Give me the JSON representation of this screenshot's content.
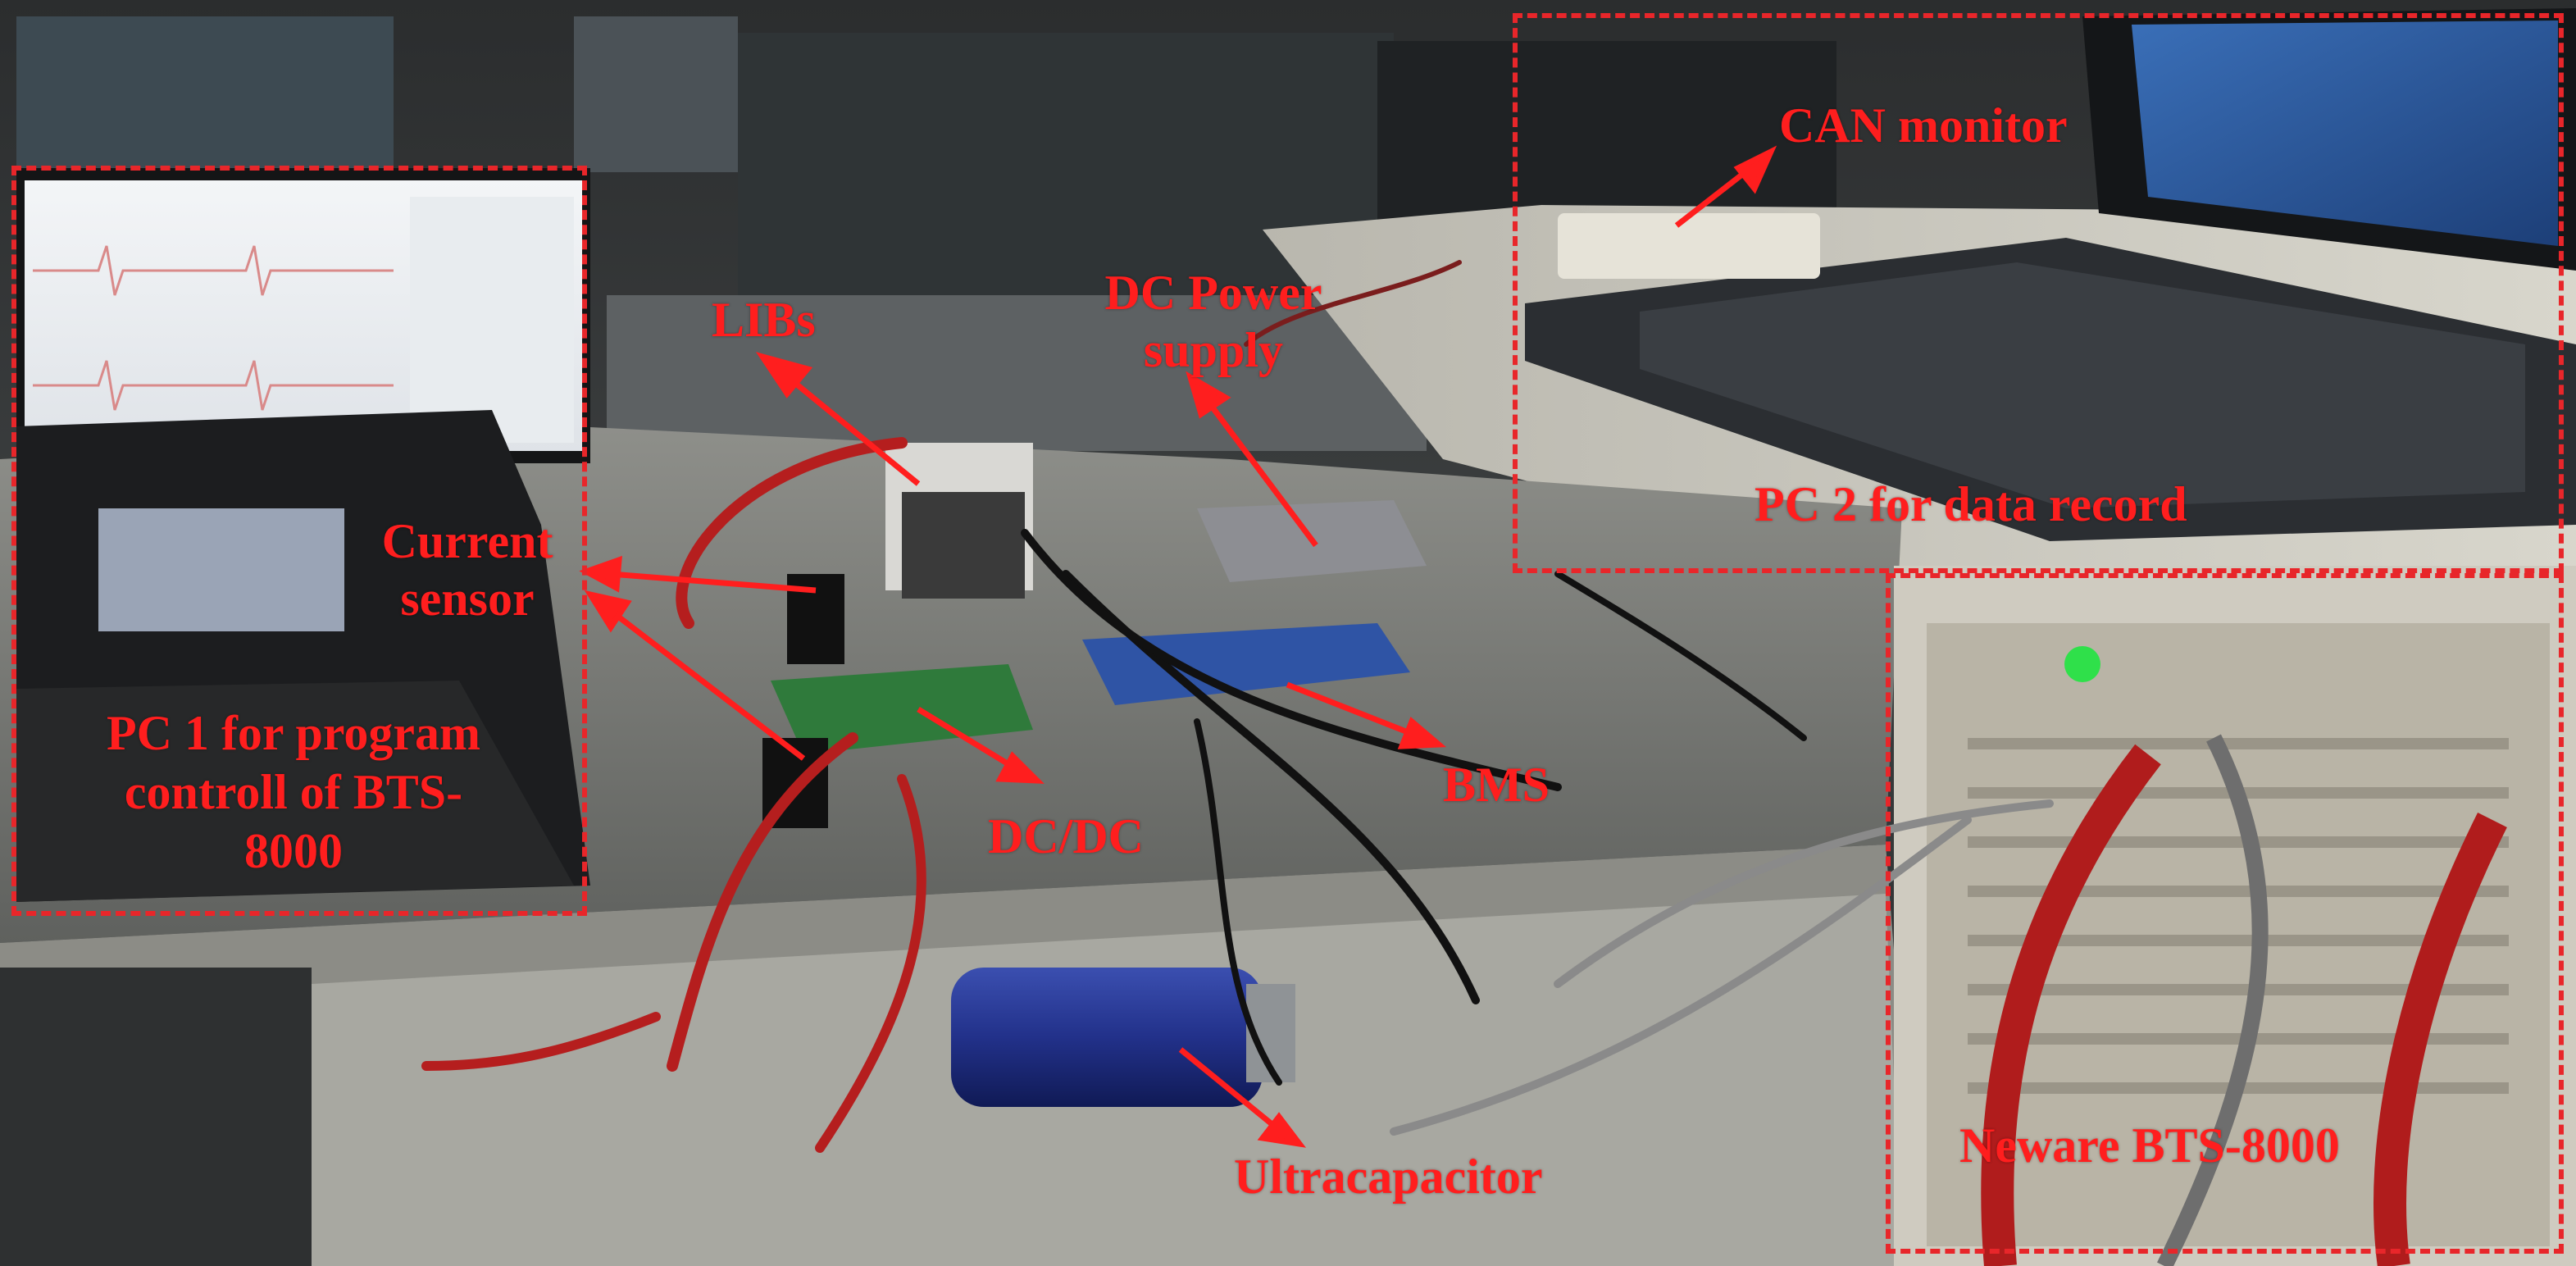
{
  "labels": {
    "can_monitor": "CAN monitor",
    "libs": "LIBs",
    "dc_power_line1": "DC Power",
    "dc_power_line2": "supply",
    "current_sensor_line1": "Current",
    "current_sensor_line2": "sensor",
    "pc2": "PC 2 for data record",
    "pc1_line1": "PC 1 for program",
    "pc1_line2": "controll of BTS-",
    "pc1_line3": "8000",
    "bms": "BMS",
    "dcdc": "DC/DC",
    "ultracapacitor": "Ultracapacitor",
    "neware": "Neware BTS-8000"
  },
  "colors": {
    "annotation": "#ff1e1e",
    "box": "#e8262a"
  }
}
